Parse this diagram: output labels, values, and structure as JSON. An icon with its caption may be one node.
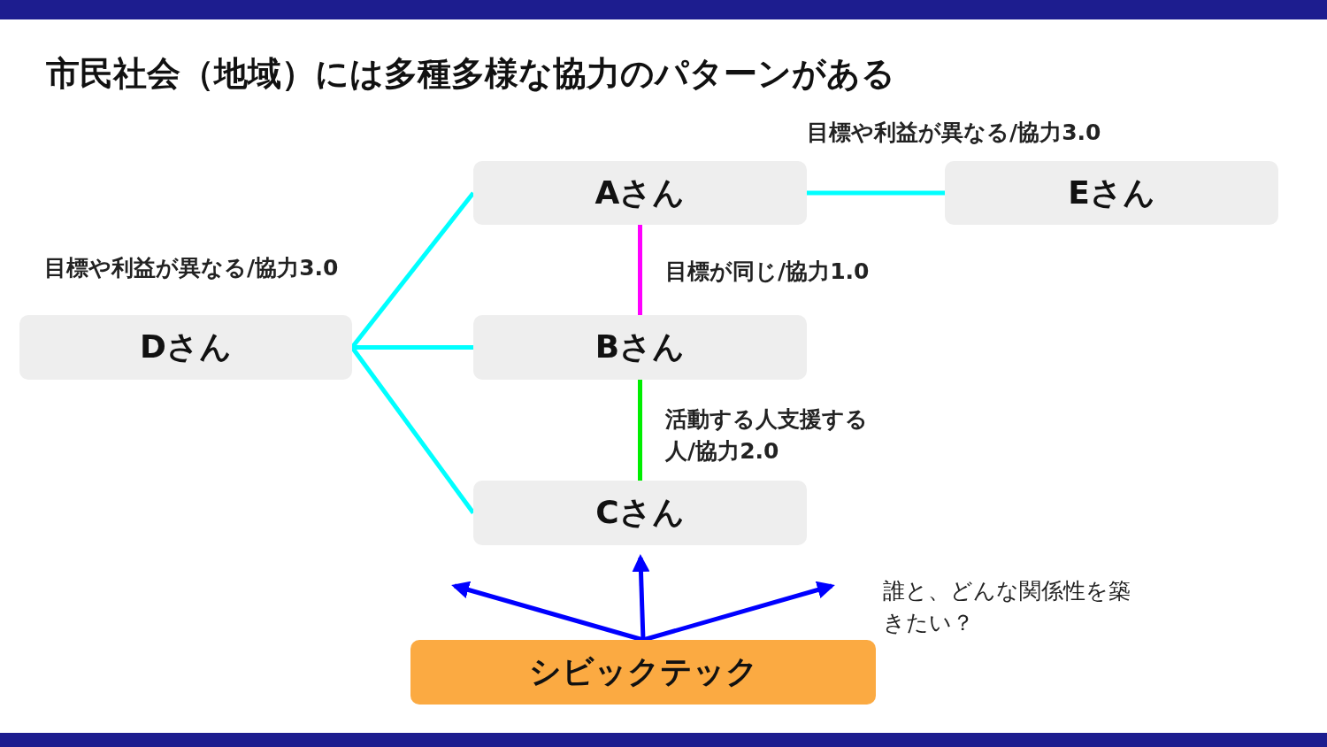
{
  "diagram": {
    "title": "市民社会（地域）には多種多様な協力のパターンがある",
    "nodes": [
      {
        "text": [
          "Aさん"
        ]
      },
      {
        "text": [
          "Eさん"
        ]
      },
      {
        "text": [
          "Dさん"
        ]
      },
      {
        "text": [
          "Bさん"
        ]
      },
      {
        "text": [
          "Cさん"
        ]
      },
      {
        "text": [
          "シビックテック"
        ]
      }
    ],
    "edges": [
      {
        "from": 0,
        "to": 1,
        "arrow": "none",
        "label": "目標や利益が異なる/協力3.0",
        "color": "#00ffff"
      },
      {
        "from": 0,
        "to": 3,
        "arrow": "none",
        "label": "目標が同じ/協力1.0",
        "color": "#ff00ff"
      },
      {
        "from": 2,
        "to": 0,
        "arrow": "none",
        "label": "目標や利益が異なる/協力3.0",
        "color": "#00ffff"
      },
      {
        "from": 2,
        "to": 3,
        "arrow": "none",
        "color": "#00ffff"
      },
      {
        "from": 2,
        "to": 4,
        "arrow": "none",
        "color": "#00ffff"
      },
      {
        "from": 3,
        "to": 4,
        "arrow": "none",
        "label": "活動する人支援する人/協力2.0",
        "color": "#00ee00"
      },
      {
        "from": 5,
        "to": null,
        "arrow": "to",
        "color": "#0000ff"
      },
      {
        "from": 5,
        "to": 4,
        "arrow": "to",
        "color": "#0000ff"
      },
      {
        "from": 5,
        "to": null,
        "arrow": "to",
        "color": "#0000ff"
      }
    ],
    "labels": [
      "誰と、どんな関係性を築きたい？"
    ]
  }
}
